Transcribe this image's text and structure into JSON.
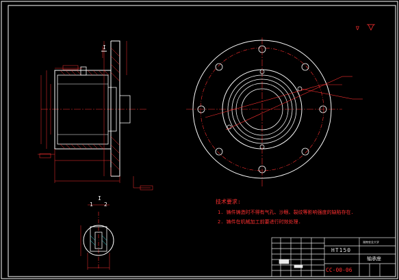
{
  "drawing": {
    "section_label": "I",
    "section_view_label": "I — 2",
    "section_view_num_left": "1",
    "section_view_num_right": "2",
    "roughness_symbol": "∇",
    "tech_requirements": {
      "heading": "技术要求:",
      "items": [
        "1. 铸件铸造时不得有气孔、沙眼、裂纹等影响强度的缺陷存在.",
        "2. 铸件在机械加工前要进行时效处理."
      ]
    },
    "title_block": {
      "material": "HT150",
      "school": "湖南农业大学",
      "part_name": "轴承座",
      "drawing_no": "CC-00-06"
    },
    "colors": {
      "background": "#000000",
      "outline": "#ffffff",
      "dimension": "#ff3030",
      "hatch": "#39e6e6",
      "title_block": "#e8e8e8"
    }
  }
}
